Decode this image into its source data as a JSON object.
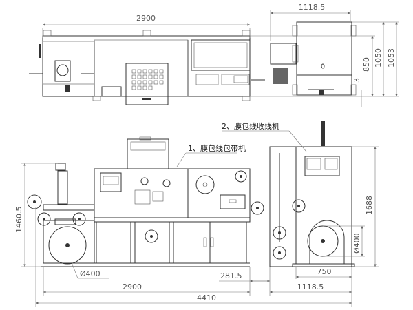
{
  "labels": {
    "machine1": "1、膜包线包带机",
    "machine2": "2、膜包线收线机"
  },
  "dimensions": {
    "top_width_main": "2900",
    "top_width_takeup": "1118.5",
    "top_h_850": "850",
    "top_h_1050": "1050",
    "top_h_1053": "1053",
    "top_gap": "3",
    "front_height_main": "1460.5",
    "front_height_takeup": "1688",
    "reel_dia_main": "Ø400",
    "reel_dia_takeup": "Ø400",
    "gap": "281.5",
    "front_width_main": "2900",
    "front_width_takeup": "1118.5",
    "takeup_base": "750",
    "total_width": "4410"
  }
}
